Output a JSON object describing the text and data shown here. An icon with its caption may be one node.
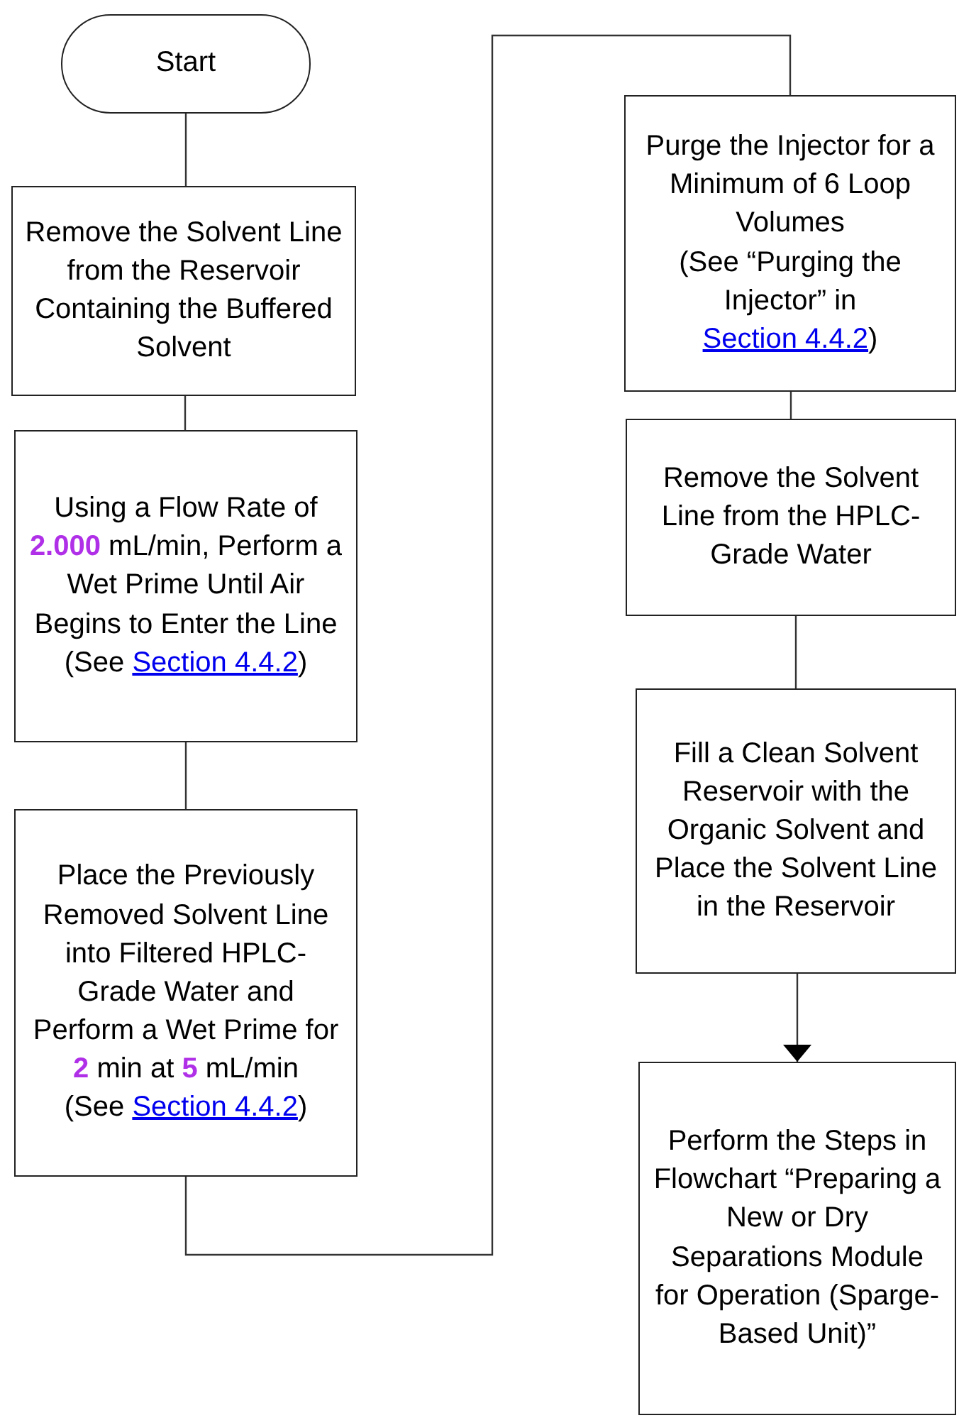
{
  "diagram": {
    "nodes": [
      {
        "text": [
          "Start"
        ]
      },
      {
        "text": [
          "Remove the Solvent Line from the Reservoir Containing the Buffered Solvent"
        ]
      },
      {
        "text": [
          "Using a Flow Rate of **2.000** mL/min, Perform a Wet Prime Until Air Begins to Enter the Line",
          "(See *Section 4.4.2*)"
        ]
      },
      {
        "text": [
          "Place the Previously Removed Solvent Line into Filtered HPLC-Grade Water and Perform a Wet Prime for **2** min at **5** mL/min",
          "(See *Section 4.4.2*)"
        ]
      },
      {
        "text": [
          "Purge the Injector for a Minimum of 6 Loop Volumes",
          "(See “Purging the Injector” in *Section 4.4.2*)"
        ]
      },
      {
        "text": [
          "Remove the Solvent Line from the HPLC-Grade Water"
        ]
      },
      {
        "text": [
          "Fill a Clean Solvent Reservoir with the Organic Solvent and Place the Solvent Line in the Reservoir"
        ]
      },
      {
        "text": [
          "Perform the Steps in Flowchart “Preparing a New or Dry Separations Module for Operation (Sparge-Based Unit)”"
        ]
      }
    ],
    "edges": [
      {
        "from": 0,
        "to": 1,
        "arrow": "none"
      },
      {
        "from": 1,
        "to": 2,
        "arrow": "none"
      },
      {
        "from": 2,
        "to": 3,
        "arrow": "none"
      },
      {
        "from": 3,
        "to": 4,
        "arrow": "none"
      },
      {
        "from": 4,
        "to": 5,
        "arrow": "none"
      },
      {
        "from": 5,
        "to": 6,
        "arrow": "none"
      },
      {
        "from": 6,
        "to": 7,
        "arrow": "to"
      }
    ]
  }
}
